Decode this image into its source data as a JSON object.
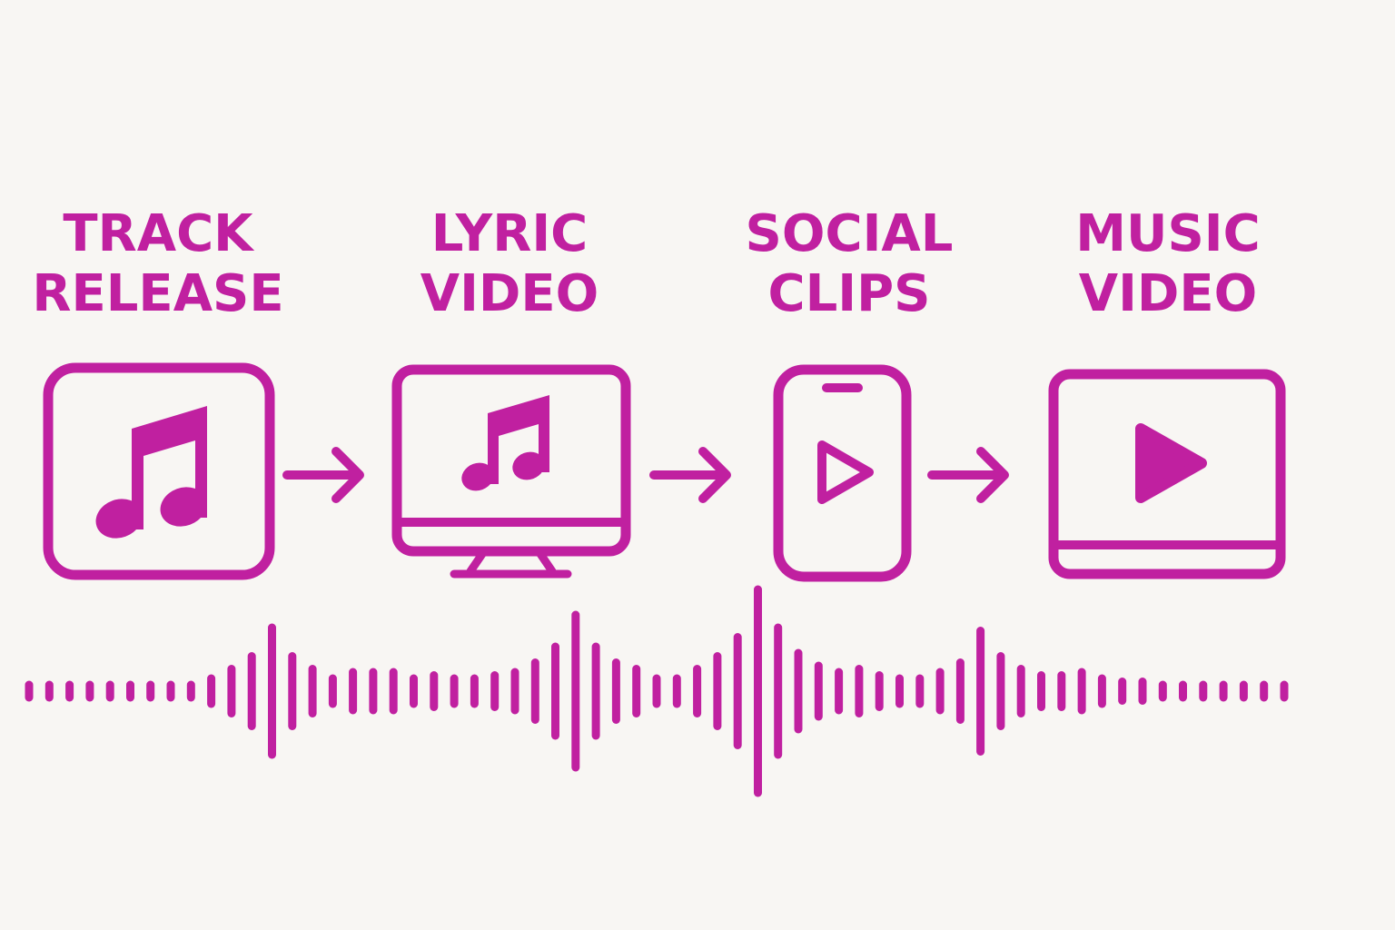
{
  "theme": {
    "accent": "#c020a0",
    "background": "#f8f6f3"
  },
  "steps": [
    {
      "line1": "TRACK",
      "line2": "RELEASE",
      "icon": "music-note-square-icon"
    },
    {
      "line1": "LYRIC",
      "line2": "VIDEO",
      "icon": "monitor-music-icon"
    },
    {
      "line1": "SOCIAL",
      "line2": "CLIPS",
      "icon": "phone-play-icon"
    },
    {
      "line1": "MUSIC",
      "line2": "VIDEO",
      "icon": "video-player-icon"
    }
  ],
  "connectors": [
    "arrow-right-icon",
    "arrow-right-icon",
    "arrow-right-icon"
  ],
  "waveform": {
    "icon": "audio-waveform-icon",
    "levels": [
      0.1,
      0.1,
      0.1,
      0.1,
      0.1,
      0.1,
      0.1,
      0.1,
      0.1,
      0.2,
      0.35,
      0.55,
      1.0,
      0.55,
      0.35,
      0.2,
      0.3,
      0.3,
      0.3,
      0.2,
      0.25,
      0.2,
      0.2,
      0.25,
      0.3,
      0.45,
      0.7,
      1.2,
      0.7,
      0.45,
      0.35,
      0.2,
      0.2,
      0.35,
      0.55,
      0.85,
      1.6,
      1.0,
      0.6,
      0.4,
      0.3,
      0.35,
      0.25,
      0.2,
      0.2,
      0.3,
      0.45,
      0.95,
      0.55,
      0.35,
      0.25,
      0.25,
      0.3,
      0.2,
      0.15,
      0.15,
      0.1,
      0.1,
      0.1,
      0.1,
      0.1,
      0.1,
      0.1
    ]
  }
}
